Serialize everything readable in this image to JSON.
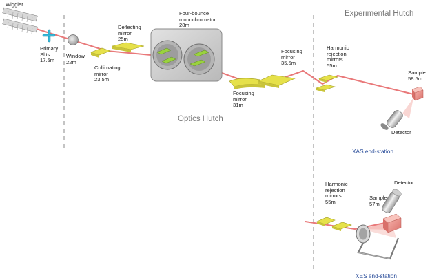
{
  "hutches": {
    "experimental": "Experimental Hutch",
    "optics": "Optics Hutch"
  },
  "components": {
    "wiggler": "Wiggler",
    "primary_slits": "Primary\nSlits\n17.5m",
    "window": "Window\n22m",
    "collimating_mirror": "Collimating\nmirror\n23.5m",
    "deflecting_mirror": "Deflecting\nmirror\n25m",
    "monochromator": "Four-bounce\nmonochromator\n28m",
    "focusing_mirror_31": "Focusing\nmirror\n31m",
    "focusing_mirror_35": "Focusing\nmirror\n35.5m",
    "harmonic_mirrors_xas": "Harmonic\nrejection\nmirrors\n55m",
    "sample_xas": "Sample\n58.5m",
    "detector_xas": "Detector",
    "harmonic_mirrors_xes": "Harmonic\nrejection\nmirrors\n55m",
    "sample_xes": "Sample\n57m",
    "detector_xes": "Detector"
  },
  "stations": {
    "xas": "XAS end-station",
    "xes": "XES end-station"
  },
  "colors": {
    "beam": "#e9797a",
    "mirror": "#e6e14a",
    "mirror_green": "#9ad23e",
    "mono_plate": "#cfcfcf",
    "hutch_text": "#7a7a7a",
    "station_text": "#2a4d9a",
    "slits": "#37b7d8"
  }
}
